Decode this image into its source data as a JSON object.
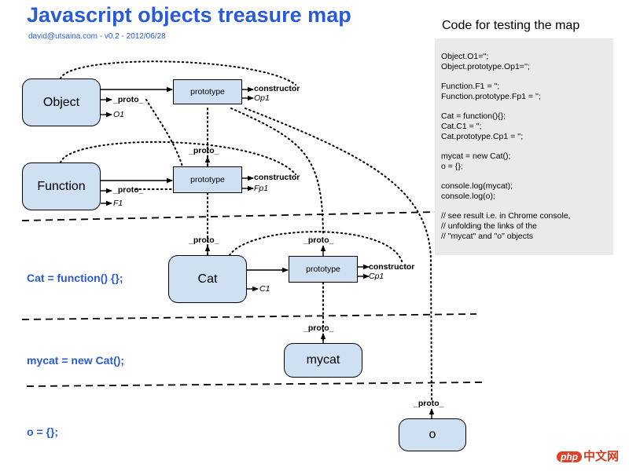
{
  "header": {
    "title": "Javascript objects treasure map",
    "subtitle": "david@utsaina.com - v0.2 - 2012/06/28"
  },
  "code_panel": {
    "title": "Code for testing the map",
    "lines": [
      "Object.O1='';",
      "Object.prototype.Op1='';",
      "Function.F1 = '';",
      "Function.prototype.Fp1 = '';",
      "Cat = function(){};",
      "Cat.C1 = '';",
      "Cat.prototype.Cp1 = '';",
      "mycat = new Cat();",
      "o = {};",
      "console.log(mycat);",
      "console.log(o);",
      "// see result i.e. in Chrome console,",
      "// unfolding the links of the",
      "// \"mycat\" and \"o\" objects"
    ]
  },
  "nodes": {
    "object": "Object",
    "function": "Function",
    "cat": "Cat",
    "mycat": "mycat",
    "o": "o",
    "prototype": "prototype"
  },
  "labels": {
    "proto": "_proto_",
    "constructor": "constructor",
    "o1": "O1",
    "op1": "Op1",
    "f1": "F1",
    "fp1": "Fp1",
    "c1": "C1",
    "cp1": "Cp1"
  },
  "sections": {
    "cat": "Cat = function() {};",
    "mycat": "mycat = new Cat();",
    "o": "o = {};"
  },
  "watermark": {
    "php": "php",
    "text": "中文网"
  }
}
